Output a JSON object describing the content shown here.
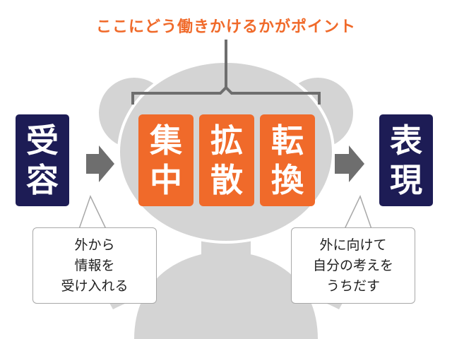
{
  "headline": "ここにどう働きかけるかがポイント",
  "stages": {
    "input": {
      "line1": "受",
      "line2": "容"
    },
    "focus": {
      "line1": "集",
      "line2": "中"
    },
    "expand": {
      "line1": "拡",
      "line2": "散"
    },
    "shift": {
      "line1": "転",
      "line2": "換"
    },
    "output": {
      "line1": "表",
      "line2": "現"
    }
  },
  "bubbles": {
    "left": {
      "line1": "外から",
      "line2": "情報を",
      "line3": "受け入れる"
    },
    "right": {
      "line1": "外に向けて",
      "line2": "自分の考えを",
      "line3": "うちだす"
    }
  },
  "colors": {
    "headline": "#f06a2a",
    "core_box": "#f06a2a",
    "side_box": "#1d1c55",
    "arrow": "#6e6e6e",
    "figure": "#d4d4d4",
    "figure_outline": "#ffffff",
    "bracket": "#6e6e6e"
  }
}
